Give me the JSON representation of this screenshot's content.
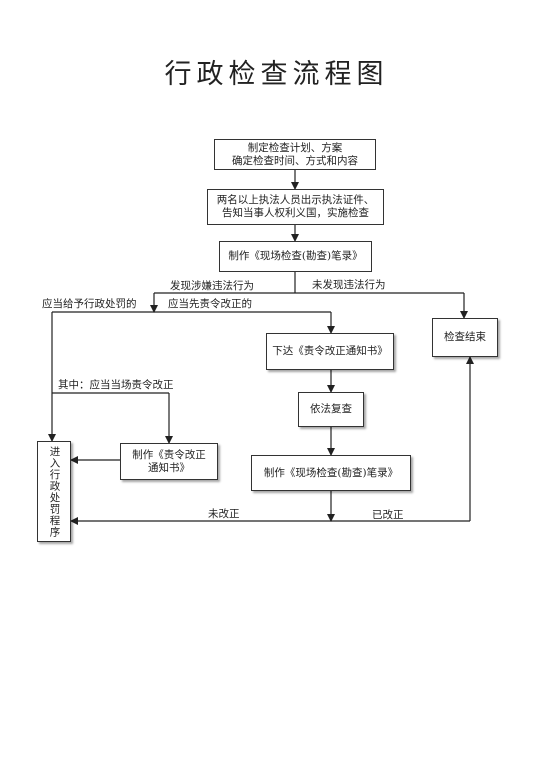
{
  "title": "行政检查流程图",
  "nodes": {
    "plan_line1": "制定检查计划、方案",
    "plan_line2": "确定检查时间、方式和内容",
    "present_line1": "两名以上执法人员出示执法证件、",
    "present_line2": "告知当事人权利义国，实施检查",
    "record_top": "制作《现场检查(勘查)笔录》",
    "end": "检查结束",
    "notice": "下达《责令改正通知书》",
    "recheck": "依法复查",
    "record_bottom": "制作《现场检查(勘查)笔录》",
    "make_notice_line1": "制作《责令改正",
    "make_notice_line2": "通知书》",
    "penalty": "进入行政处罚程序"
  },
  "labels": {
    "found_violation": "发现涉嫌违法行为",
    "no_violation": "未发现违法行为",
    "should_penalize": "应当给予行政处罚的",
    "should_correct_first": "应当先责令改正的",
    "among_onsite": "其中：应当当场责令改正",
    "not_corrected": "未改正",
    "corrected": "已改正"
  },
  "colors": {
    "line": "#222222",
    "box_border": "#333333"
  }
}
